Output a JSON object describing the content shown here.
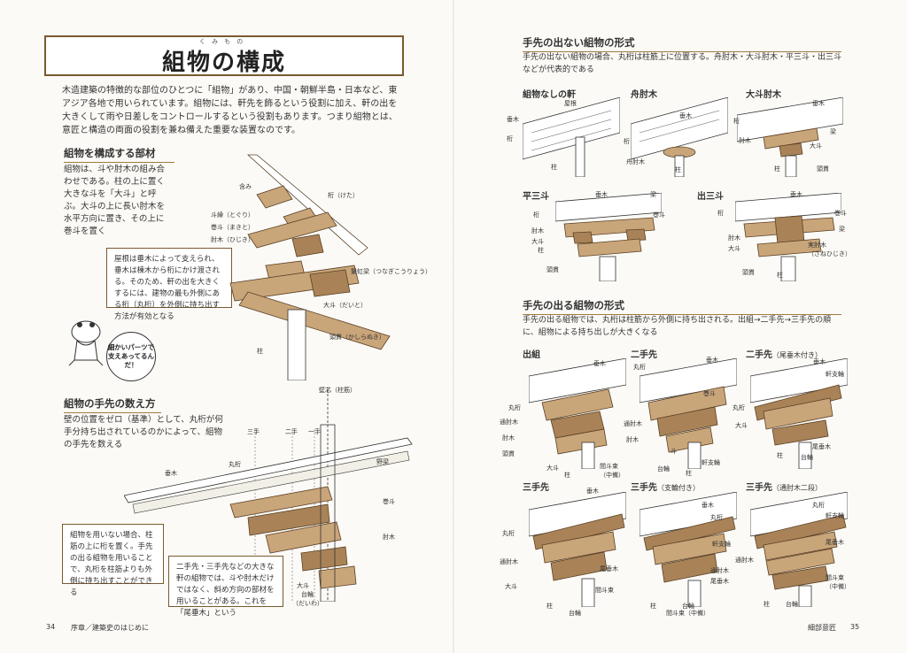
{
  "left": {
    "title_ruby": "くみもの",
    "title": "組物の構成",
    "intro": "木造建築の特徴的な部位のひとつに「組物」があり、中国・朝鮮半島・日本など、東アジア各地で用いられています。組物には、軒先を飾るという役割に加え、軒の出を大きくして雨や日差しをコントロールするという役割もあります。つまり組物とは、意匠と構造の両面の役割を兼ね備えた重要な装置なのです。",
    "section1": {
      "heading": "組物を構成する部材",
      "body": "組物は、斗や肘木の組み合わせである。柱の上に置く大きな斗を「大斗」と呼ぶ。大斗の上に長い肘木を水平方向に置き、その上に巻斗を置く",
      "note": "屋根は垂木によって支えられ、垂木は棟木から桁にかけ渡される。そのため、軒の出を大きくするには、建物の最も外側にある桁（丸桁）を外側に持ち出す方法が有効となる",
      "labels": {
        "keta": "桁（けた）",
        "tokyo": "斗繰（とぐり）",
        "makito": "巻斗（まきと）",
        "hijiki": "肘木（ひじき）",
        "tsunagi": "繋虹梁（つなぎこうりょう）",
        "daito": "大斗（だいと）",
        "kashiranuki": "頭貫（かしらぬき）",
        "hashira": "柱",
        "fukumi": "含み"
      },
      "bubble": "細かいパーツで支えあってるんだ！"
    },
    "section2": {
      "heading": "組物の手先の数え方",
      "body": "壁の位置をゼロ（基準）として、丸桁が何手分持ち出されているのかによって、組物の手先を数える",
      "note1": "組物を用いない場合、柱筋の上に桁を置く。手先の出る組物を用いることで、丸桁を柱筋よりも外側に持ち出すことができる",
      "note2": "二手先・三手先などの大きな軒の組物では、斗や肘木だけではなく、斜め方向の部材を用いることがある。これを「尾垂木」という",
      "labels": {
        "kabe": "壁芯（柱筋）",
        "mite": "三手",
        "fute": "二手",
        "hitote": "一手",
        "taruki": "垂木",
        "gangyo": "丸桁",
        "nobari": "野梁",
        "makito": "巻斗",
        "hijiki": "肘木",
        "daito": "大斗",
        "daiwa": "（だいわ）",
        "daiwa_main": "台輪"
      }
    },
    "footer": {
      "page": "34",
      "text": "序章／建築史のはじめに"
    }
  },
  "right": {
    "section1": {
      "heading": "手先の出ない組物の形式",
      "body": "手先の出ない組物の場合、丸桁は柱筋上に位置する。舟肘木・大斗肘木・平三斗・出三斗などが代表的である",
      "items": [
        {
          "name": "組物なしの軒",
          "labels": [
            "屋根",
            "垂木",
            "桁",
            "柱"
          ]
        },
        {
          "name": "舟肘木",
          "labels": [
            "垂木",
            "桁",
            "舟肘木",
            "柱"
          ]
        },
        {
          "name": "大斗肘木",
          "labels": [
            "垂木",
            "桁",
            "肘木",
            "大斗",
            "柱",
            "頭貫",
            "梁"
          ]
        },
        {
          "name": "平三斗",
          "labels": [
            "垂木",
            "梁",
            "桁",
            "巻斗",
            "肘木",
            "大斗",
            "頭貫",
            "柱"
          ]
        },
        {
          "name": "出三斗",
          "labels": [
            "垂木",
            "桁",
            "巻斗",
            "肘木",
            "大斗",
            "頭貫",
            "実肘木",
            "（さねひじき）",
            "柱",
            "梁"
          ]
        }
      ]
    },
    "section2": {
      "heading": "手先の出る組物の形式",
      "body": "手先の出る組物では、丸桁は柱筋から外側に持ち出される。出組→二手先→三手先の順に、組物による持ち出しが大きくなる",
      "items": [
        {
          "name": "出組",
          "sub": "",
          "labels": [
            "垂木",
            "丸桁",
            "通肘木",
            "肘木",
            "頭貫",
            "大斗",
            "柱",
            "間斗束",
            "（中備）"
          ]
        },
        {
          "name": "二手先",
          "sub": "",
          "labels": [
            "垂木",
            "丸桁",
            "巻斗",
            "通肘木",
            "肘木",
            "斗",
            "台輪",
            "軒支輪",
            "柱"
          ]
        },
        {
          "name": "二手先",
          "sub": "（尾垂木付き）",
          "labels": [
            "垂木",
            "軒支輪",
            "丸桁",
            "尾垂木",
            "大斗",
            "柱",
            "台輪"
          ]
        },
        {
          "name": "三手先",
          "sub": "",
          "labels": [
            "垂木",
            "丸桁",
            "通肘木",
            "大斗",
            "尾垂木",
            "間斗束",
            "柱",
            "台輪"
          ]
        },
        {
          "name": "三手先",
          "sub": "（支輪付き）",
          "labels": [
            "垂木",
            "丸桁",
            "軒支輪",
            "尾垂木",
            "通肘木",
            "間斗束（中備）",
            "柱",
            "台輪"
          ]
        },
        {
          "name": "三手先",
          "sub": "（通肘木二段）",
          "labels": [
            "丸桁",
            "軒支輪",
            "尾垂木",
            "通肘木",
            "間斗束",
            "（中備）",
            "柱",
            "台輪"
          ]
        }
      ]
    },
    "footer": {
      "text": "細部意匠",
      "page": "35"
    }
  }
}
